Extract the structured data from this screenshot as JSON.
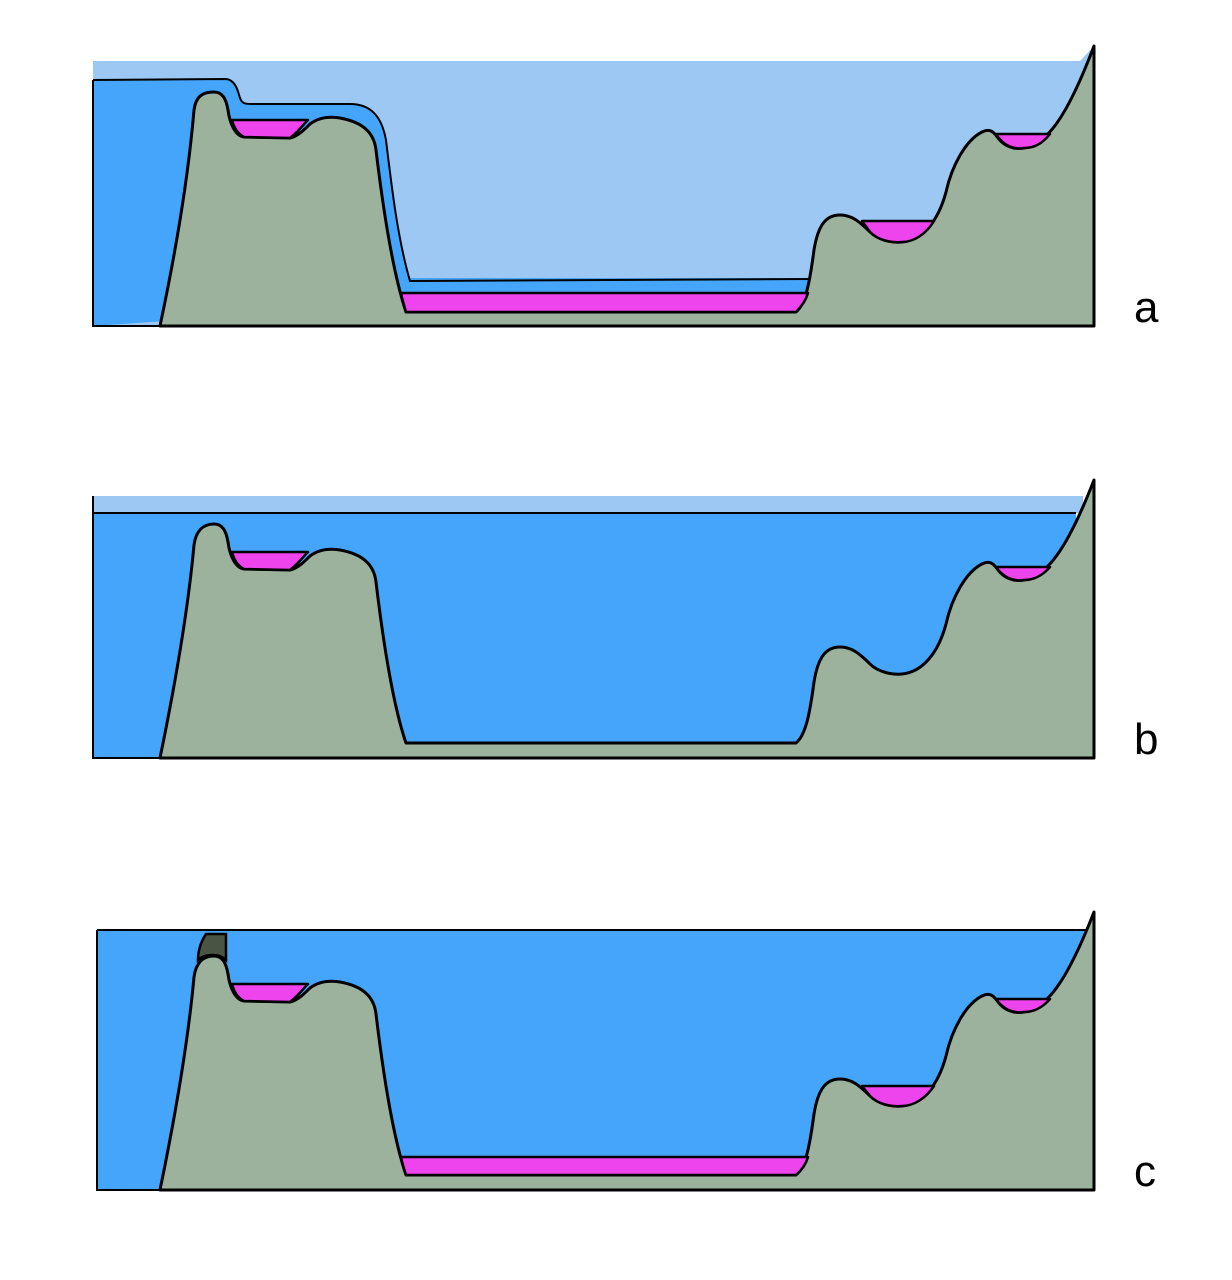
{
  "panels": [
    {
      "id": "a",
      "label": "a"
    },
    {
      "id": "b",
      "label": "b"
    },
    {
      "id": "c",
      "label": "c"
    }
  ],
  "colors": {
    "terrain": "#9db29d",
    "deep_water": "#45a5fb",
    "shallow_water": "#9dc8f4",
    "lake_sediment": "#ee44ee",
    "dark_rock": "#4a5444"
  }
}
